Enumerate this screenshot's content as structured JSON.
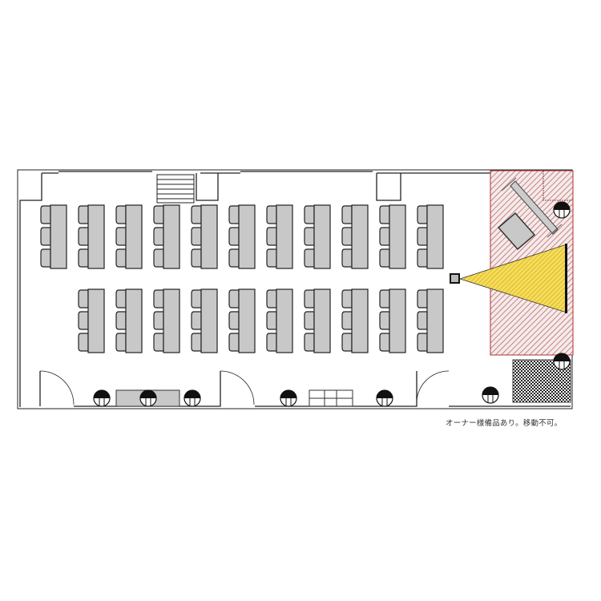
{
  "floorplan": {
    "note": "オーナー様備品あり。移動不可。",
    "colors": {
      "desk": "#c8c8c8",
      "owner_area": "#b03030",
      "projection": "#f2d64a",
      "wall": "#222222"
    },
    "layout_summary": {
      "front_row_tables": 11,
      "back_row_tables": 10,
      "chairs_per_table": 3
    }
  }
}
